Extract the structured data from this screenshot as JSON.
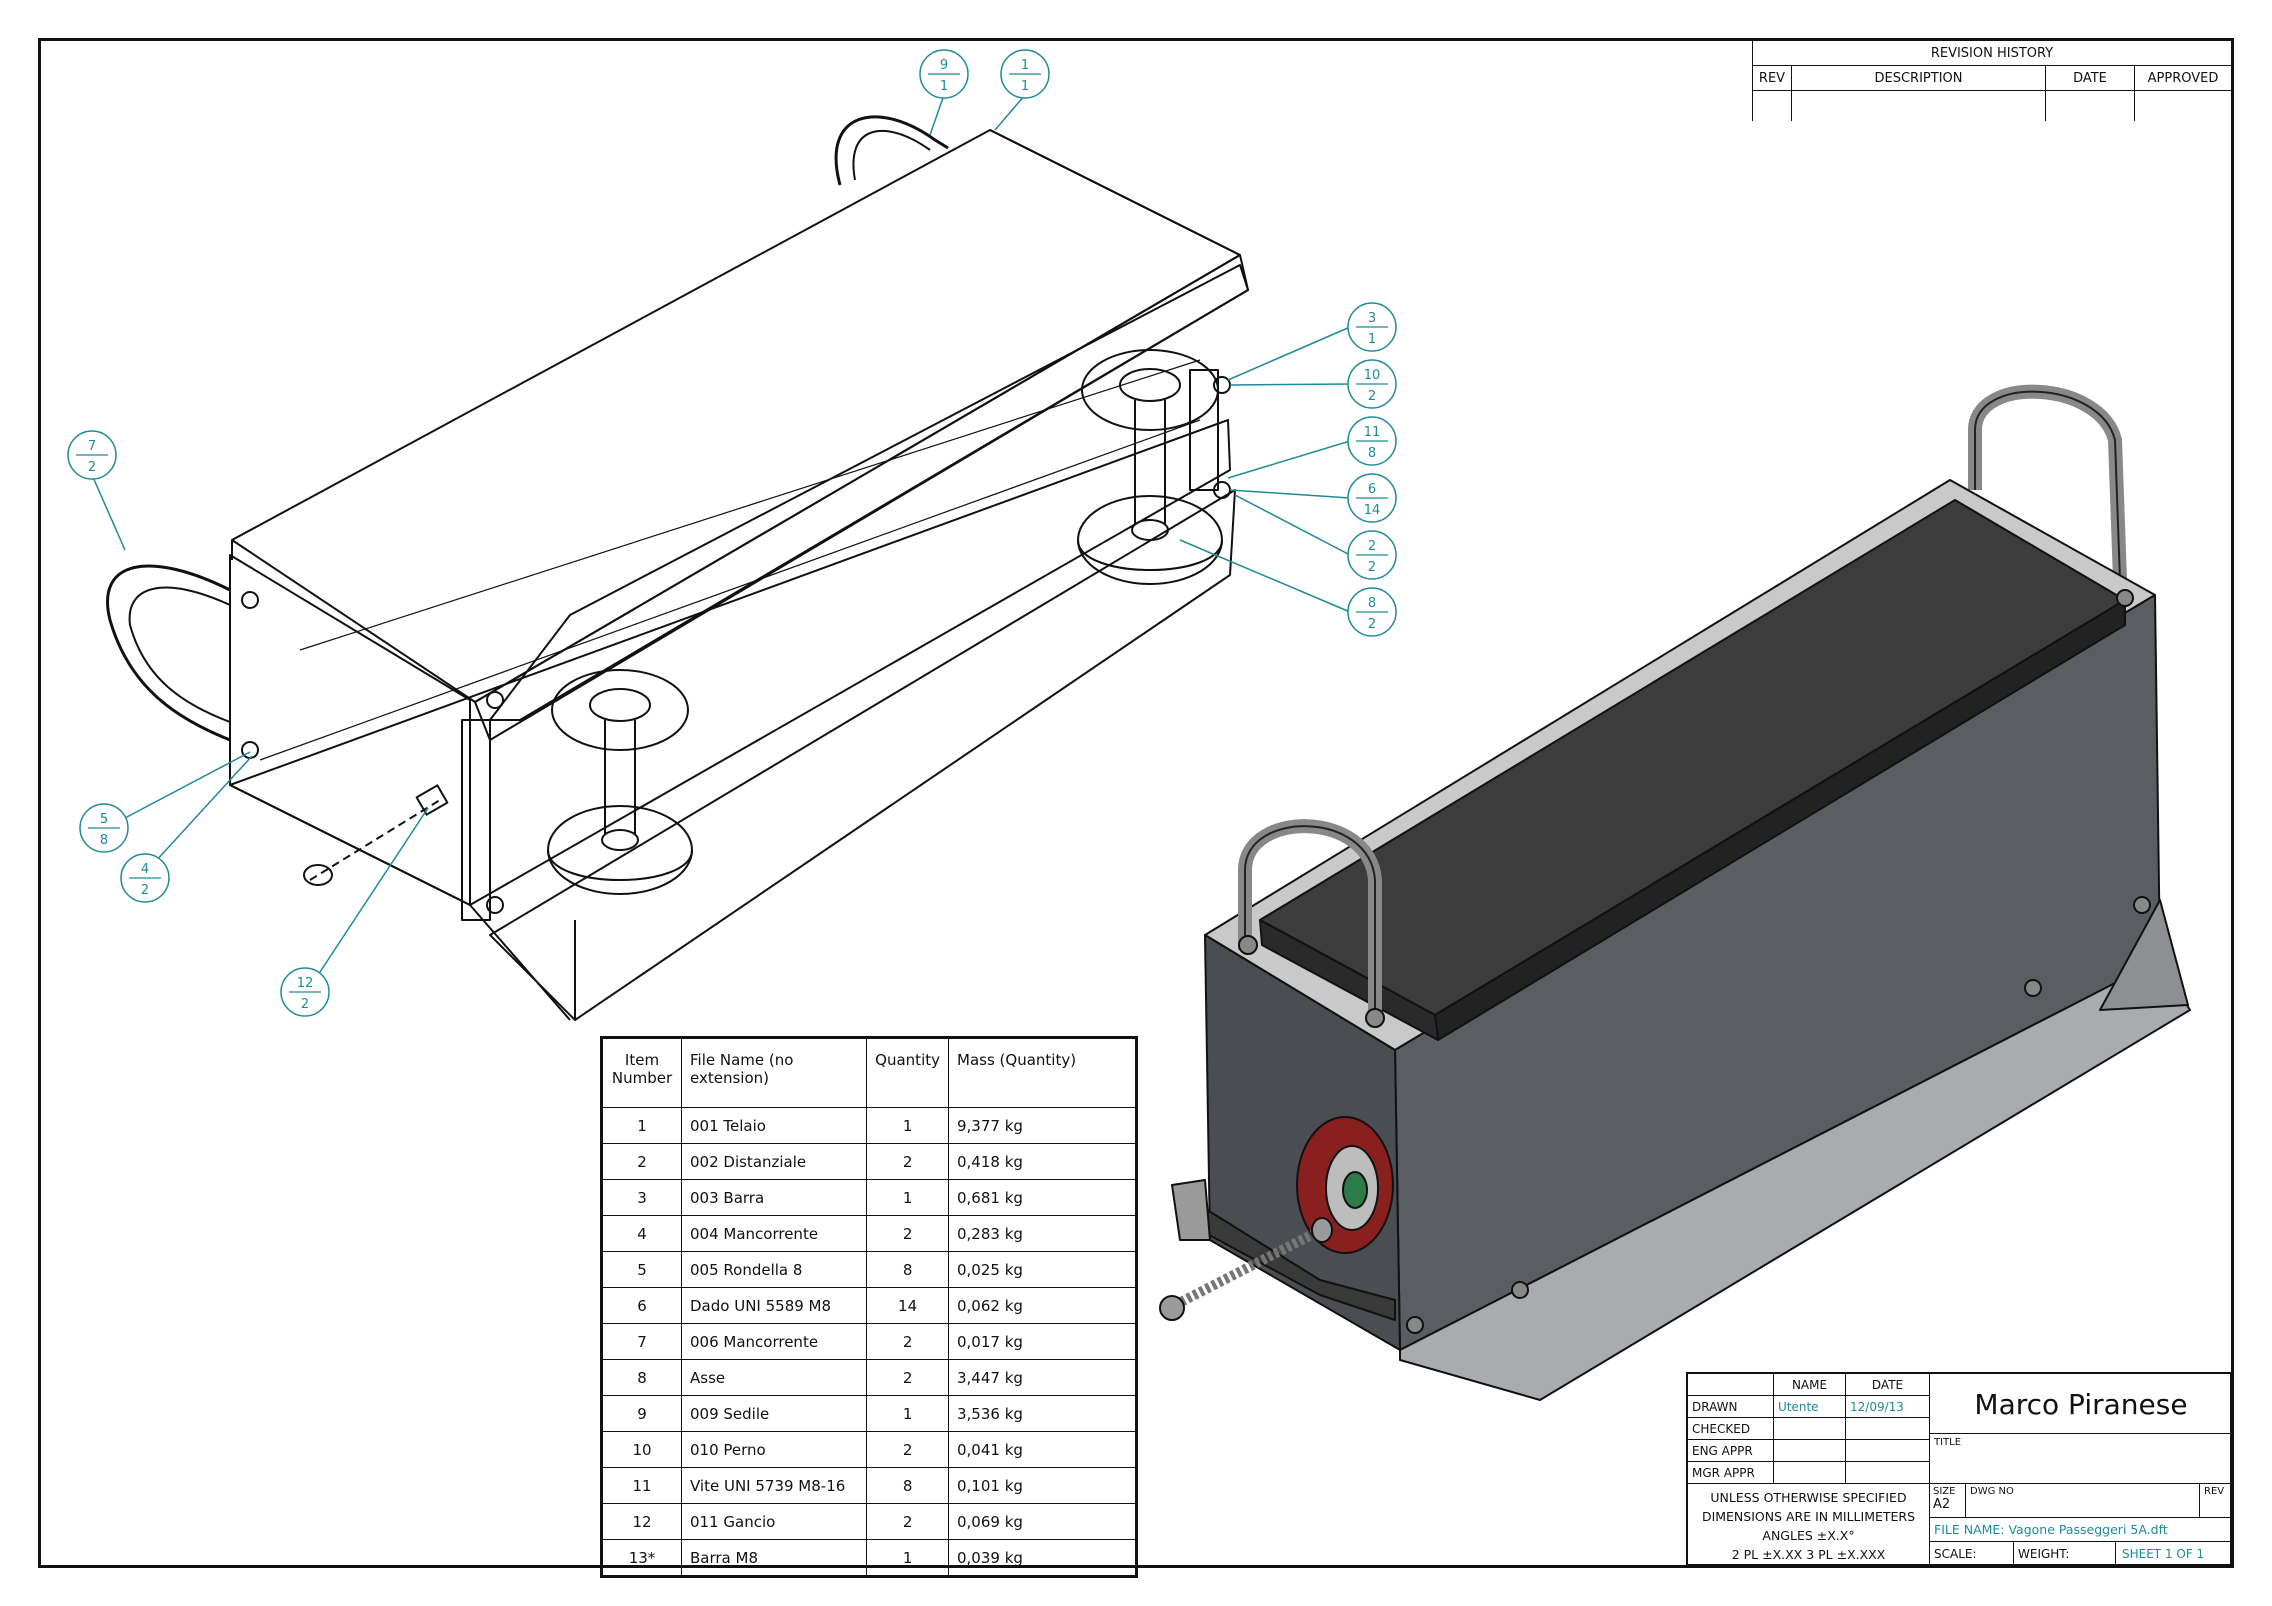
{
  "revision_history": {
    "title": "REVISION HISTORY",
    "columns": [
      "REV",
      "DESCRIPTION",
      "DATE",
      "APPROVED"
    ]
  },
  "balloons": [
    {
      "item": "9",
      "qty": "1"
    },
    {
      "item": "1",
      "qty": "1"
    },
    {
      "item": "3",
      "qty": "1"
    },
    {
      "item": "10",
      "qty": "2"
    },
    {
      "item": "11",
      "qty": "8"
    },
    {
      "item": "6",
      "qty": "14"
    },
    {
      "item": "2",
      "qty": "2"
    },
    {
      "item": "8",
      "qty": "2"
    },
    {
      "item": "7",
      "qty": "2"
    },
    {
      "item": "5",
      "qty": "8"
    },
    {
      "item": "4",
      "qty": "2"
    },
    {
      "item": "12",
      "qty": "2"
    }
  ],
  "bom": {
    "headers": [
      "Item Number",
      "File Name (no extension)",
      "Quantity",
      "Mass (Quantity)"
    ],
    "rows": [
      [
        "1",
        "001 Telaio",
        "1",
        "9,377 kg"
      ],
      [
        "2",
        "002 Distanziale",
        "2",
        "0,418 kg"
      ],
      [
        "3",
        "003 Barra",
        "1",
        "0,681 kg"
      ],
      [
        "4",
        "004 Mancorrente",
        "2",
        "0,283 kg"
      ],
      [
        "5",
        "005 Rondella 8",
        "8",
        "0,025 kg"
      ],
      [
        "6",
        "Dado UNI 5589 M8",
        "14",
        "0,062 kg"
      ],
      [
        "7",
        "006 Mancorrente",
        "2",
        "0,017 kg"
      ],
      [
        "8",
        "Asse",
        "2",
        "3,447 kg"
      ],
      [
        "9",
        "009 Sedile",
        "1",
        "3,536 kg"
      ],
      [
        "10",
        "010 Perno",
        "2",
        "0,041 kg"
      ],
      [
        "11",
        "Vite UNI 5739 M8-16",
        "8",
        "0,101 kg"
      ],
      [
        "12",
        "011 Gancio",
        "2",
        "0,069 kg"
      ],
      [
        "13*",
        "Barra M8",
        "1",
        "0,039 kg"
      ]
    ]
  },
  "title_block": {
    "col_name": "NAME",
    "col_date": "DATE",
    "drawn_label": "DRAWN",
    "drawn_name": "Utente",
    "drawn_date": "12/09/13",
    "checked_label": "CHECKED",
    "eng_label": "ENG APPR",
    "mgr_label": "MGR APPR",
    "note_line1": "UNLESS OTHERWISE SPECIFIED",
    "note_line2": "DIMENSIONS ARE IN MILLIMETERS",
    "note_line3": "ANGLES ±X.X°",
    "note_line4": "2 PL ±X.XX 3 PL ±X.XXX",
    "company": "Marco Piranese",
    "title_label": "TITLE",
    "size_label": "SIZE",
    "size_value": "A2",
    "dwg_label": "DWG NO",
    "rev_label": "REV",
    "file_name": "FILE NAME: Vagone Passeggeri 5A.dft",
    "scale_label": "SCALE:",
    "weight_label": "WEIGHT:",
    "sheet": "SHEET 1 OF 1"
  },
  "colors": {
    "line": "#111111",
    "balloon": "#1e8a9a",
    "body_dark": "#55585c",
    "seat": "#3c3c3c",
    "bearing_red": "#8a1f1f"
  }
}
